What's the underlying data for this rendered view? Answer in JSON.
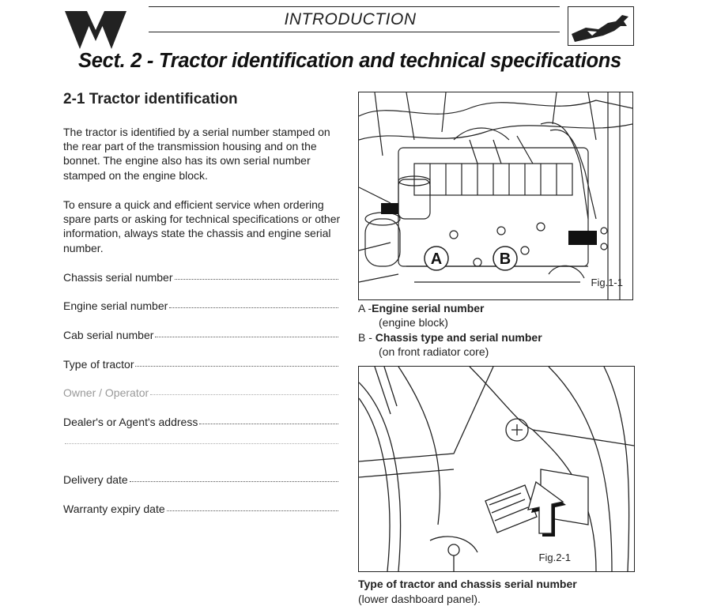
{
  "header": {
    "section_label": "INTRODUCTION",
    "title": "Sect. 2 - Tractor identification and technical specifications"
  },
  "section": {
    "title": "2-1 Tractor identification",
    "paragraphs": [
      "The tractor is identified by a serial number stamped on the rear part of the transmission housing and on the bonnet. The engine also has its own serial number stamped on the engine block.",
      "To ensure a quick and efficient service when ordering spare parts or asking for technical specifications or other information, always state the chassis and engine serial number."
    ]
  },
  "fields": [
    {
      "label": "Chassis serial number"
    },
    {
      "label": "Engine serial number"
    },
    {
      "label": "Cab serial number"
    },
    {
      "label": "Type of tractor"
    },
    {
      "label": "Owner / Operator"
    },
    {
      "label": "Dealer's or Agent's address"
    },
    {
      "label": ""
    },
    {
      "label": "Delivery date"
    },
    {
      "label": "Warranty expiry date"
    }
  ],
  "figures": {
    "fig1": {
      "label": "Fig.1-1",
      "markers": [
        "A",
        "B"
      ],
      "caption_a": "A -",
      "caption_a_title": "Engine serial number",
      "caption_a_sub": "(engine block)",
      "caption_b": "B -",
      "caption_b_title": "Chassis type and serial number",
      "caption_b_sub": "(on front radiator core)"
    },
    "fig2": {
      "label": "Fig.2-1",
      "caption_title": "Type of tractor and chassis serial number",
      "caption_sub": "(lower dashboard panel)."
    }
  },
  "icons": {
    "logo": "triple-triangle-logo-icon",
    "tool": "hand-wrench-icon"
  }
}
